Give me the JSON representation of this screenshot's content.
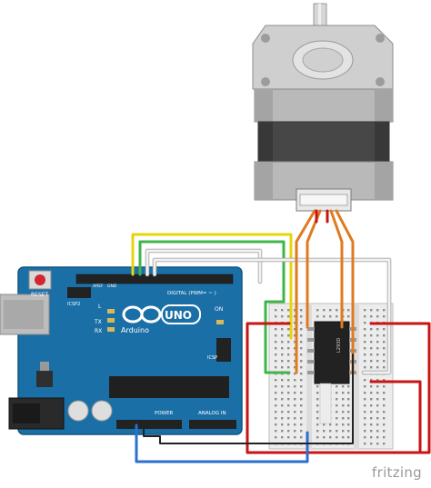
{
  "arduino": {
    "model_logo": "UNO",
    "brand": "Arduino",
    "reset_label": "RESET",
    "icsp2_label": "ICSP2",
    "icsp_label": "ICSP",
    "l_label": "L",
    "tx_label": "TX",
    "rx_label": "RX",
    "on_label": "ON",
    "digital_label": "DIGITAL (PWM= ~ )",
    "power_label": "POWER",
    "analog_label": "ANALOG IN",
    "aref_label": "AREF",
    "gnd_label": "GND"
  },
  "ic": {
    "part_label": "L293D"
  },
  "wires": {
    "yellow": "#e8d40a",
    "green": "#3fb54a",
    "white": "#f2f2f2",
    "orange": "#e07a1f",
    "red": "#c81414",
    "blue": "#2a6fd1",
    "black": "#222222"
  },
  "footer": {
    "brand": "fritzing"
  }
}
